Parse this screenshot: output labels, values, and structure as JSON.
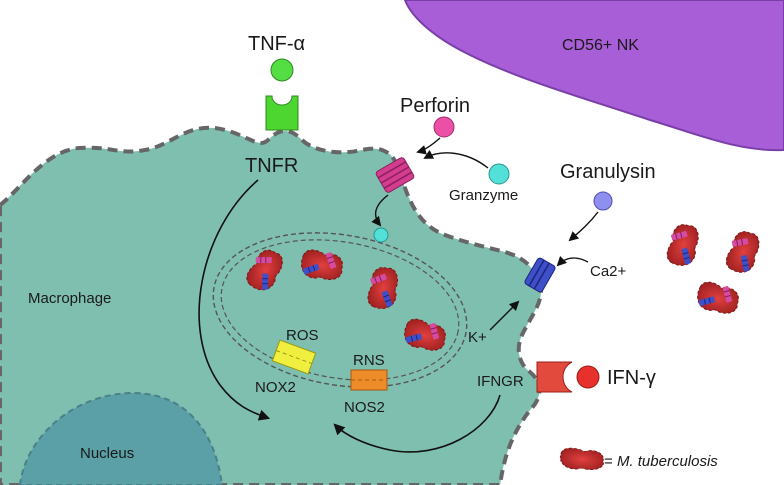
{
  "labels": {
    "nk_cell": "CD56+ NK",
    "tnf_alpha": "TNF-α",
    "tnfr": "TNFR",
    "perforin": "Perforin",
    "granzyme": "Granzyme",
    "granulysin": "Granulysin",
    "ca2": "Ca2+",
    "k_plus": "K+",
    "macrophage": "Macrophage",
    "ros": "ROS",
    "nox2": "NOX2",
    "rns": "RNS",
    "nos2": "NOS2",
    "ifngr": "IFNGR",
    "ifn_gamma": "IFN-γ",
    "nucleus": "Nucleus"
  },
  "legend": {
    "equals": "= ",
    "organism": "M. tuberculosis"
  },
  "colors": {
    "macrophage_fill": "#7fbfb0",
    "membrane_dash": "#666666",
    "nk_fill": "#a85ed6",
    "nucleus_fill": "#5aa0a6",
    "tnf_ball": "#55dd44",
    "tnfr": "#4cd62f",
    "perforin_ball": "#ec4fa6",
    "granzyme_ball": "#52e0d8",
    "granulysin_ball": "#8f8fef",
    "pore_pink": "#d43d8f",
    "channel_blue": "#3f4fc8",
    "nox2_box": "#f0ef40",
    "nos2_box": "#ef8c2a",
    "ifngr": "#e24a3e",
    "ifn_ball": "#e8312c",
    "bacterium": "#c53030"
  }
}
